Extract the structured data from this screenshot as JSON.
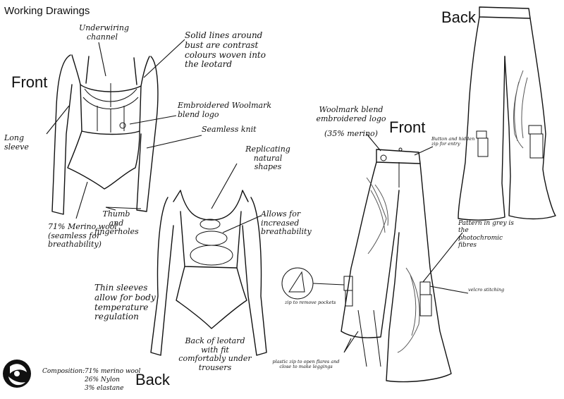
{
  "title": "Working Drawings",
  "views": {
    "leotard_front": "Front",
    "leotard_back": "Back",
    "trousers_front": "Front",
    "trousers_back": "Back"
  },
  "annotations": {
    "underwiring": "Underwiring channel",
    "solid_lines": "Solid lines around bust are contrast colours woven into the leotard",
    "woolmark_logo": "Embroidered Woolmark blend logo",
    "long_sleeve": "Long sleeve",
    "seamless_knit": "Seamless knit",
    "merino": "71% Merino wool (seamless for breathability)",
    "thumb_holes": "Thumb and fingerholes",
    "replicating": "Replicating natural shapes",
    "breathability": "Allows for increased breathability",
    "thin_sleeves": "Thin sleeves allow for body temperature regulation",
    "back_leotard": "Back of leotard with fit comfortably under trousers",
    "woolmark_trousers": "Woolmark blend embroidered logo",
    "woolmark_pct": "(35% merino)",
    "button_zip": "Button and hidden zip for entry",
    "zip_pockets": "zip to remove pockets",
    "plastic_zip": "plastic zip to open flares and close to make leggings",
    "pattern_grey": "Pattern in grey is the photochromic fibres",
    "velcro": "velcro stitching"
  },
  "composition": {
    "heading": "Composition:",
    "line1": "71% merino wool",
    "line2": "26% Nylon",
    "line3": "3% elastane"
  },
  "icons": {
    "logo": "woolmark-logo-icon"
  }
}
